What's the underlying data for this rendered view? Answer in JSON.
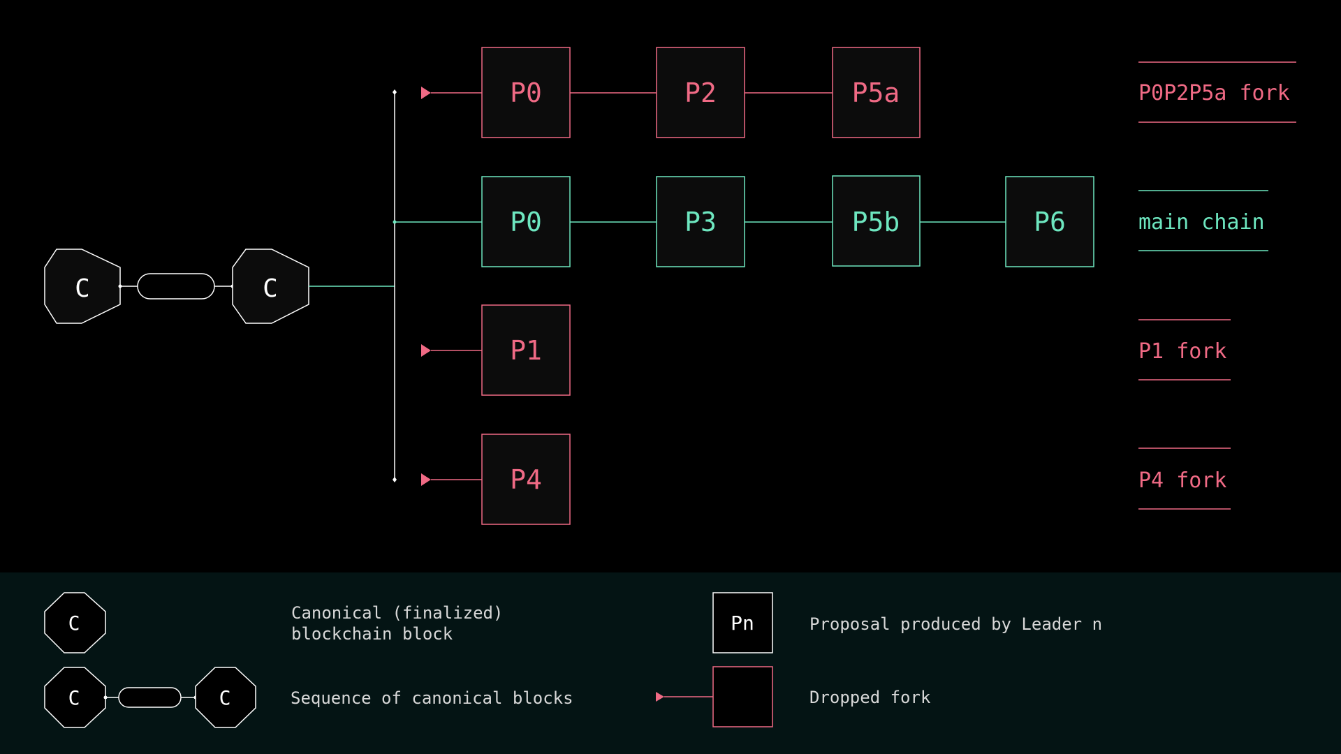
{
  "colors": {
    "background": "#000000",
    "legend_background": "#041414",
    "main_chain": "#6ee7c0",
    "fork": "#f06a85",
    "canonical": "#ffffff",
    "legend_text": "#d8d8d8",
    "block_fill": "#0c0c0c"
  },
  "canonical": {
    "block_1": "C",
    "block_2": "C"
  },
  "blocks": {
    "fork1_b1": "P0",
    "fork1_b2": "P2",
    "fork1_b3": "P5a",
    "main_b1": "P0",
    "main_b2": "P3",
    "main_b3": "P5b",
    "main_b4": "P6",
    "fork2_b1": "P1",
    "fork3_b1": "P4"
  },
  "chains": {
    "fork1": "P0P2P5a fork",
    "main": "main chain",
    "fork2": "P1 fork",
    "fork3": "P4 fork"
  },
  "legend": {
    "canonical_symbol": "C",
    "canonical_text_line1": "Canonical (finalized)",
    "canonical_text_line2": "blockchain block",
    "sequence_symbol_1": "C",
    "sequence_symbol_2": "C",
    "sequence_text": "Sequence of canonical blocks",
    "proposal_symbol": "Pn",
    "proposal_text": "Proposal produced by Leader n",
    "dropped_text": "Dropped fork"
  }
}
